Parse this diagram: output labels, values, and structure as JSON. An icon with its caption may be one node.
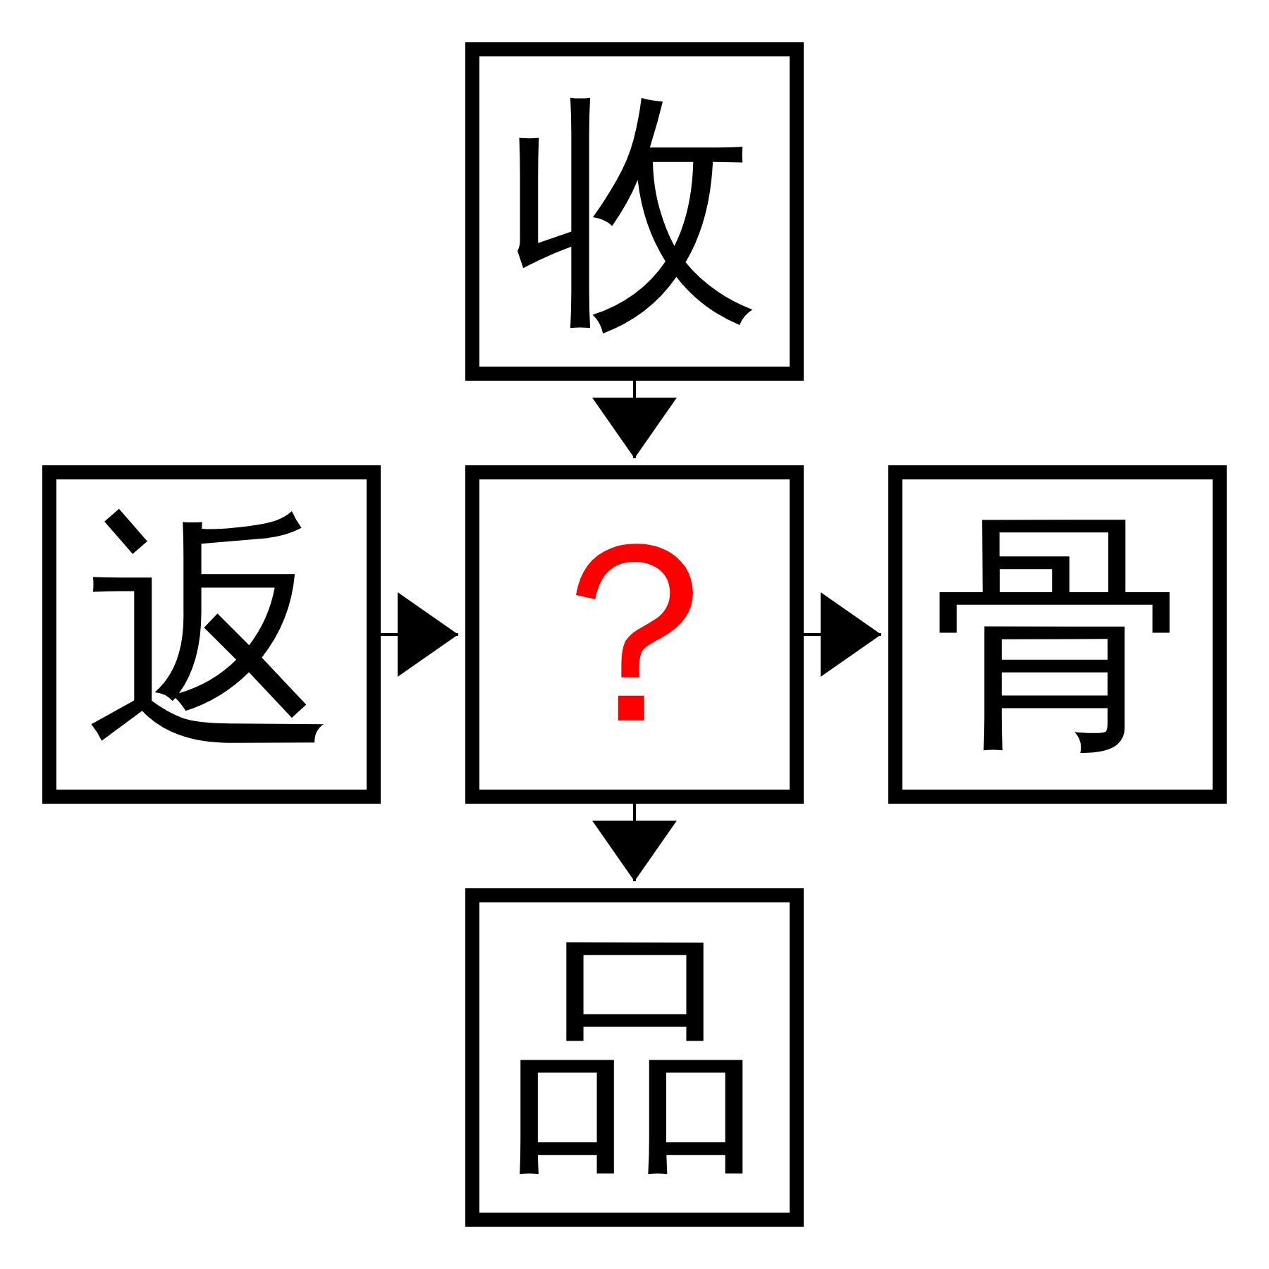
{
  "diagram": {
    "nodes": [
      {
        "text": [
          "收"
        ]
      },
      {
        "text": [
          "返"
        ]
      },
      {
        "text": [
          "？"
        ]
      },
      {
        "text": [
          "骨"
        ]
      },
      {
        "text": [
          "品"
        ]
      }
    ],
    "edges": [
      {
        "from": 0,
        "to": 2,
        "arrow": "to"
      },
      {
        "from": 1,
        "to": 2,
        "arrow": "to"
      },
      {
        "from": 2,
        "to": 3,
        "arrow": "to"
      },
      {
        "from": 2,
        "to": 4,
        "arrow": "to"
      }
    ]
  }
}
